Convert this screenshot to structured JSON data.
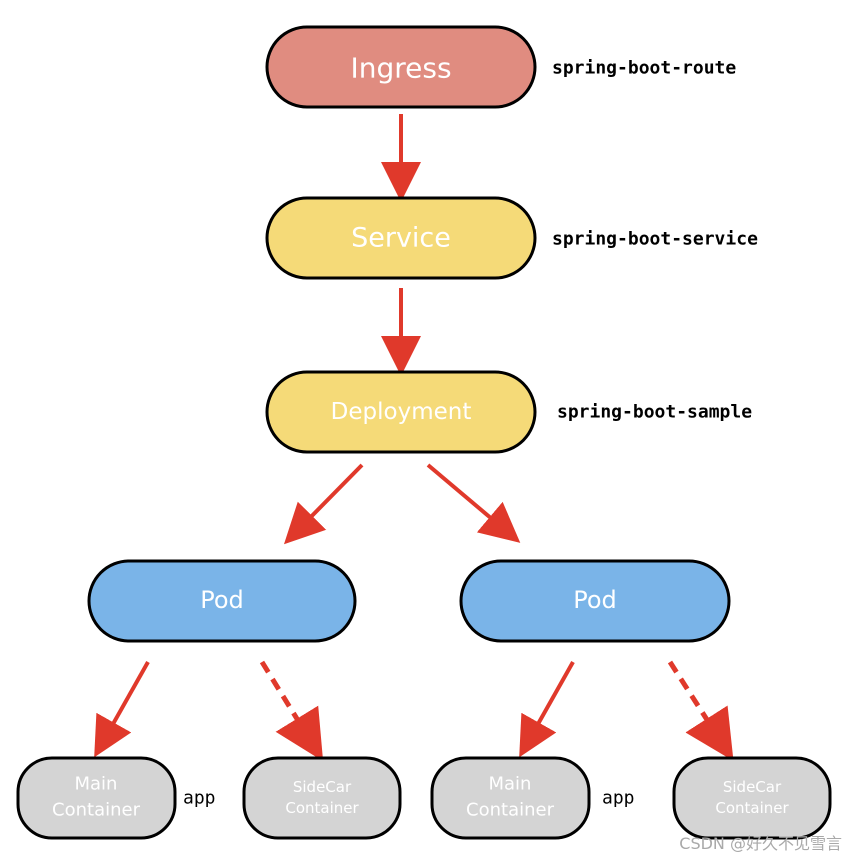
{
  "nodes": {
    "ingress": {
      "label": "Ingress",
      "resource": "spring-boot-route",
      "color": "#e08c80"
    },
    "service": {
      "label": "Service",
      "resource": "spring-boot-service",
      "color": "#f5da78"
    },
    "deployment": {
      "label": "Deployment",
      "resource": "spring-boot-sample",
      "color": "#f5da78"
    },
    "pod_left": {
      "label": "Pod",
      "color": "#7ab4e8"
    },
    "pod_right": {
      "label": "Pod",
      "color": "#7ab4e8"
    },
    "main_left": {
      "label_line1": "Main",
      "label_line2": "Container",
      "resource": "app",
      "color": "#d4d4d4"
    },
    "sidecar_left": {
      "label_line1": "SideCar",
      "label_line2": "Container",
      "color": "#d4d4d4"
    },
    "main_right": {
      "label_line1": "Main",
      "label_line2": "Container",
      "resource": "app",
      "color": "#d4d4d4"
    },
    "sidecar_right": {
      "label_line1": "SideCar",
      "label_line2": "Container",
      "color": "#d4d4d4"
    }
  },
  "arrow_color": "#e0392b",
  "watermark": "CSDN @好久不见雪言"
}
